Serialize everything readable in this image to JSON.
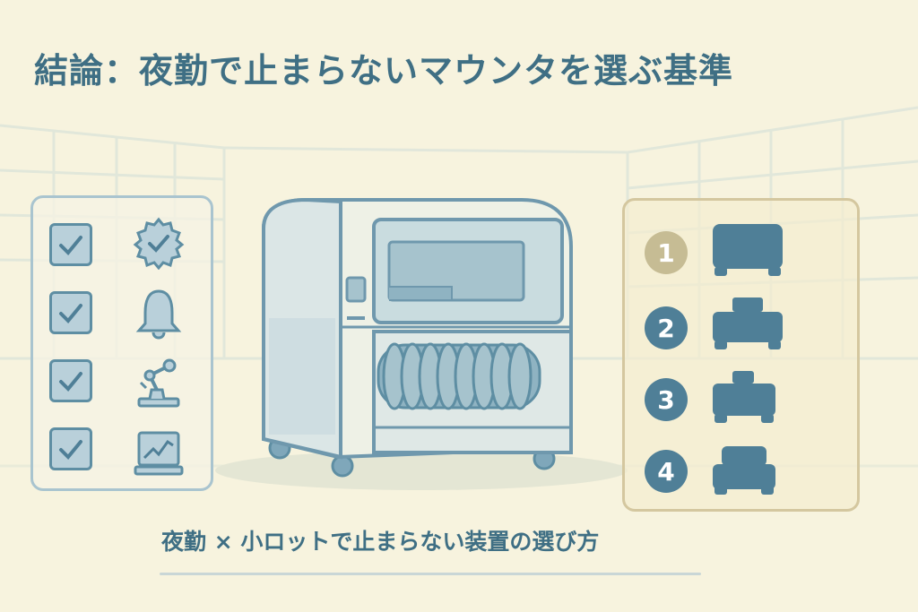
{
  "title": "結論：夜勤で止まらないマウンタを選ぶ基準",
  "subtitle": "夜勤 × 小ロットで止まらない装置の選び方",
  "checklist": [
    {
      "checked": true,
      "icon": "gear-check-icon"
    },
    {
      "checked": true,
      "icon": "bell-icon"
    },
    {
      "checked": true,
      "icon": "robot-arm-icon"
    },
    {
      "checked": true,
      "icon": "monitor-chart-icon"
    }
  ],
  "ranking": [
    {
      "number": "1",
      "icon": "machine-silhouette-icon"
    },
    {
      "number": "2",
      "icon": "machine-silhouette-icon"
    },
    {
      "number": "3",
      "icon": "machine-silhouette-icon"
    },
    {
      "number": "4",
      "icon": "machine-silhouette-icon"
    }
  ],
  "colors": {
    "accent": "#3f6f84",
    "background": "#f7f3de",
    "highlight": "#c6bc94",
    "panel_border": "#a9c4cf"
  }
}
